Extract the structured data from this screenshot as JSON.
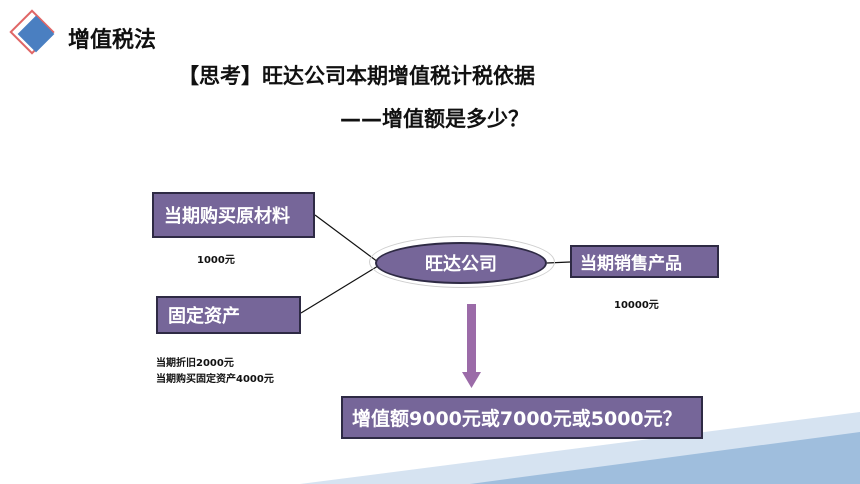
{
  "header": {
    "title": "增值税法"
  },
  "question": {
    "line1": "【思考】旺达公司本期增值税计税依据",
    "line2": "——增值额是多少？"
  },
  "diagram": {
    "inputs": {
      "materials": {
        "label": "当期购买原材料",
        "note": "1000元"
      },
      "fixed_assets": {
        "label": "固定资产",
        "notes": [
          "当期折旧2000元",
          "当期购买固定资产4000元"
        ]
      }
    },
    "company": {
      "label": "旺达公司"
    },
    "output": {
      "label": "当期销售产品",
      "note": "10000元"
    },
    "result": {
      "label": "增值额9000元或7000元或5000元？"
    }
  },
  "colors": {
    "box_fill": "#766699",
    "arrow": "#9b6ba8",
    "accent_blue": "#4a7fc1",
    "band": "#b9cfe6"
  }
}
